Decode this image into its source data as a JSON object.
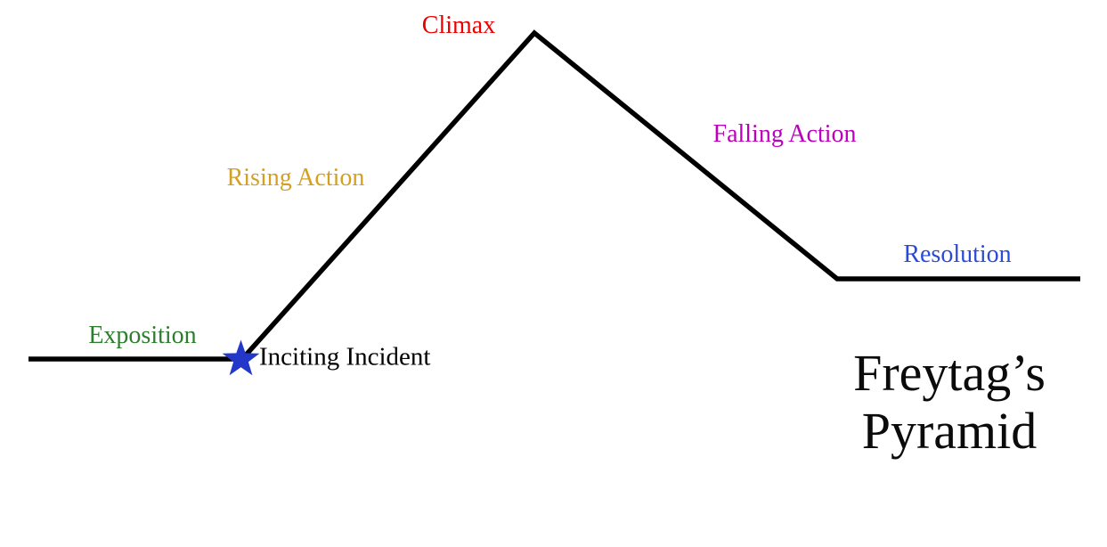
{
  "diagram": {
    "title": "Freytag’s Pyramid",
    "labels": {
      "exposition": {
        "text": "Exposition",
        "color": "#2e7d2e"
      },
      "inciting_incident": {
        "text": "Inciting Incident",
        "color": "#000000"
      },
      "rising_action": {
        "text": "Rising Action",
        "color": "#d5a021"
      },
      "climax": {
        "text": "Climax",
        "color": "#ee0000"
      },
      "falling_action": {
        "text": "Falling Action",
        "color": "#bc00bc"
      },
      "resolution": {
        "text": "Resolution",
        "color": "#2b4ad8"
      }
    },
    "shapes": {
      "plot_line_color": "#000000",
      "star_color": "#2338c8",
      "background_color": "#ffffff"
    }
  }
}
